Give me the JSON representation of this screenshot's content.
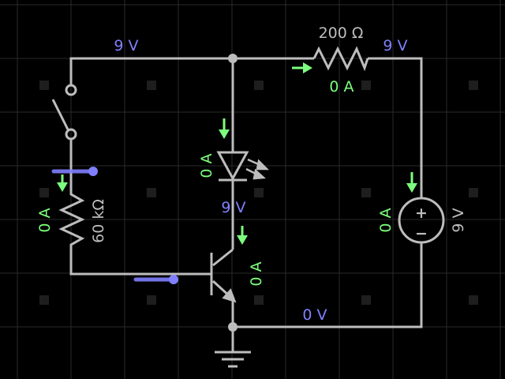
{
  "labels": {
    "v_top_left": "9 V",
    "v_top_right": "9 V",
    "v_mid": "9 V",
    "v_bottom": "0 V",
    "resistor_top": "200 Ω",
    "resistor_left": "60 kΩ",
    "source_value": "9 V",
    "i_resistor_top": "0 A",
    "i_led": "0 A",
    "i_resistor_left": "0 A",
    "i_transistor": "0 A",
    "i_source": "0 A",
    "source_plus": "+",
    "source_minus": "−"
  },
  "colors": {
    "background": "#000000",
    "grid": "#2a2a2a",
    "wire": "#bdbdbd",
    "voltage_text": "#8080ff",
    "current": "#7dff7d",
    "probe": "#8080ff"
  },
  "components": {
    "resistors": [
      "200 Ω",
      "60 kΩ"
    ],
    "led": "light-emitting-diode",
    "transistor": "npn",
    "switch": "open",
    "source": "9 V",
    "ground": "ground"
  }
}
